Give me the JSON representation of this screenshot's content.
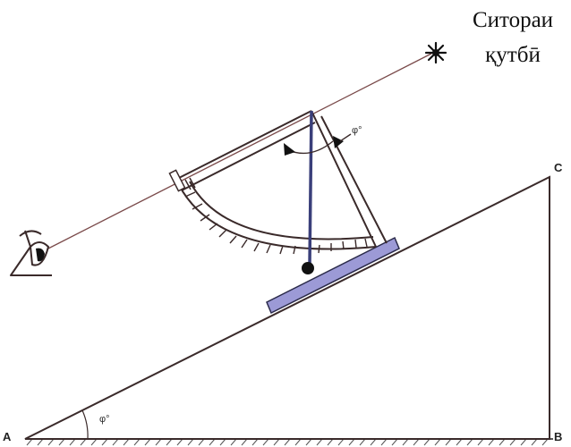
{
  "diagram": {
    "star_label_line1": "Ситораи",
    "star_label_line2": "қутбӣ",
    "points": {
      "a": "A",
      "b": "B",
      "c": "C"
    },
    "angle_top": "φ°",
    "angle_bottom": "φ°"
  },
  "colors": {
    "stroke": "#3a2a2a",
    "sight_line": "#7a4a4a",
    "plumb_line": "#3a3f7a",
    "platform": "#9c9ad6",
    "ground": "#444444"
  }
}
